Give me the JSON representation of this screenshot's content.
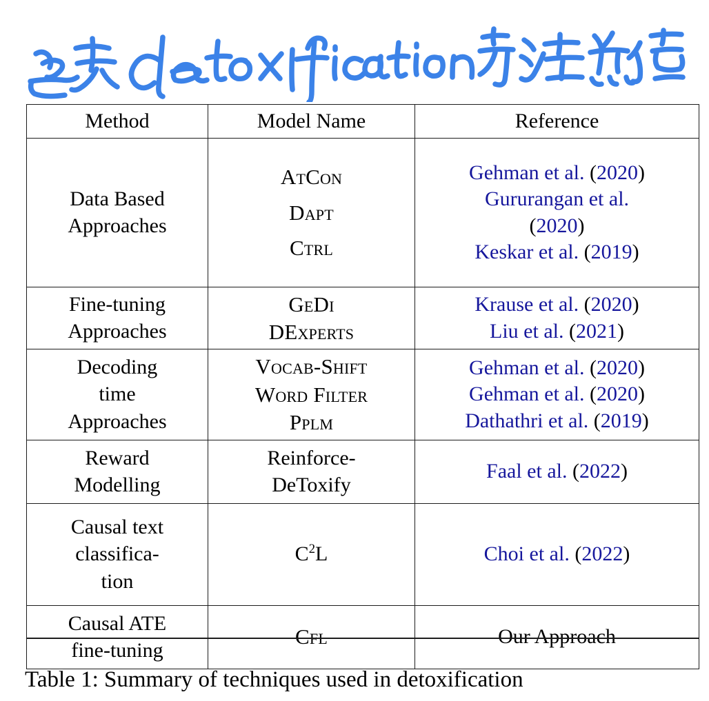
{
  "annotation": {
    "ink_color": "#3b82e8",
    "text": "过去de toxification方法总结",
    "kind": "handwritten-note"
  },
  "table": {
    "number": "Table 1",
    "caption": "Table 1: Summary of techniques used in detoxification",
    "columns": [
      "Method",
      "Model Name",
      "Reference"
    ],
    "link_color": "#16179c",
    "rule_color": "#1c1c1c",
    "rows": [
      {
        "method": [
          "Data Based",
          "Approaches"
        ],
        "models": [
          "AtCon",
          "Dapt",
          "Ctrl"
        ],
        "model_style": "small-caps",
        "references": [
          {
            "author": "Gehman et al.",
            "year": "2020",
            "link": true
          },
          {
            "author": "Gururangan et al.",
            "year": "2020",
            "link": true,
            "wrap": true
          },
          {
            "author": "Keskar et al.",
            "year": "2019",
            "link": true
          }
        ]
      },
      {
        "method": [
          "Fine-tuning",
          "Approaches"
        ],
        "models": [
          "GeDi",
          "DExperts"
        ],
        "model_style": "small-caps",
        "references": [
          {
            "author": "Krause et al.",
            "year": "2020",
            "link": true
          },
          {
            "author": "Liu et al.",
            "year": "2021",
            "link": true
          }
        ]
      },
      {
        "method": [
          "Decoding",
          "time",
          "Approaches"
        ],
        "models": [
          "Vocab-Shift",
          "Word Filter",
          "Pplm"
        ],
        "model_style": "small-caps",
        "references": [
          {
            "author": "Gehman et al.",
            "year": "2020",
            "link": true
          },
          {
            "author": "Gehman et al.",
            "year": "2020",
            "link": true
          },
          {
            "author": "Dathathri et al.",
            "year": "2019",
            "link": true
          }
        ]
      },
      {
        "method": [
          "Reward",
          "Modelling"
        ],
        "models": [
          "Reinforce-",
          "DeToxify"
        ],
        "model_style": "regular",
        "references": [
          {
            "author": "Faal et al.",
            "year": "2022",
            "link": true
          }
        ]
      },
      {
        "method": [
          "Causal text",
          "classifica-",
          "tion"
        ],
        "models": [
          "C2L"
        ],
        "model_style": "math",
        "references": [
          {
            "author": "Choi et al.",
            "year": "2022",
            "link": true
          }
        ]
      },
      {
        "method": [
          "Causal ATE",
          "fine-tuning"
        ],
        "models": [
          "Cfl"
        ],
        "model_style": "small-caps",
        "references": [
          {
            "text": "Our Approach",
            "link": false
          }
        ]
      }
    ]
  }
}
